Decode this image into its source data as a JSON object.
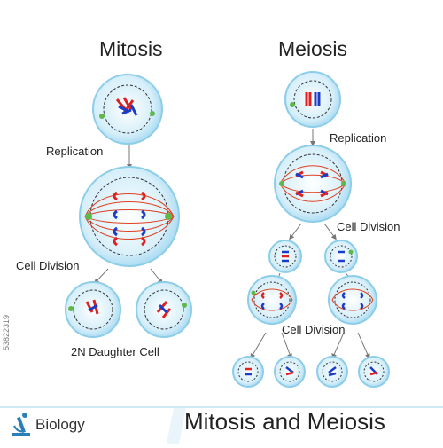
{
  "mitosis": {
    "title": "Mitosis",
    "step1": "Replication",
    "step2": "Cell Division",
    "result": "2N Daughter Cell"
  },
  "meiosis": {
    "title": "Meiosis",
    "step1": "Replication",
    "step2": "Cell Division",
    "step3": "Cell Division"
  },
  "footer": {
    "category": "Biology",
    "heading": "Mitosis and Meiosis"
  },
  "stock_id": "53822319",
  "colors": {
    "cell_outer": "#b9e3f5",
    "cell_inner": "#e8f6fc",
    "spindle": "#e04020",
    "chrom_red": "#e02020",
    "chrom_blue": "#1a3cc8",
    "centrosome": "#5fb84a"
  }
}
